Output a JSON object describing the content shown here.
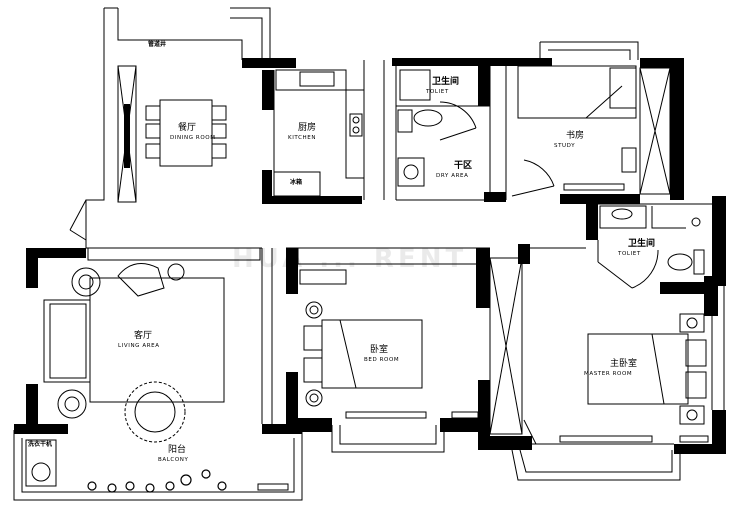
{
  "rooms": {
    "dining": {
      "zh": "餐厅",
      "en": "DINING ROOM"
    },
    "kitchen": {
      "zh": "厨房",
      "en": "KITCHEN"
    },
    "toilet1": {
      "zh": "卫生间",
      "en": "TOLIET"
    },
    "study": {
      "zh": "书房",
      "en": "STUDY"
    },
    "dry_area": {
      "zh": "干区",
      "en": "DRY AREA"
    },
    "toilet2": {
      "zh": "卫生间",
      "en": "TOLIET"
    },
    "living": {
      "zh": "客厅",
      "en": "LIVING AREA"
    },
    "bedroom": {
      "zh": "卧室",
      "en": "BED ROOM"
    },
    "master": {
      "zh": "主卧室",
      "en": "MASTER ROOM"
    },
    "balcony": {
      "zh": "阳台",
      "en": "BALCONY"
    }
  },
  "fixtures": {
    "pipe_well": "管道井",
    "water_heater": "冰箱",
    "laundry": "洗衣干机"
  },
  "watermark": "HUA ... RENT",
  "colors": {
    "wall": "#000000",
    "line": "#000000",
    "background": "#ffffff"
  }
}
